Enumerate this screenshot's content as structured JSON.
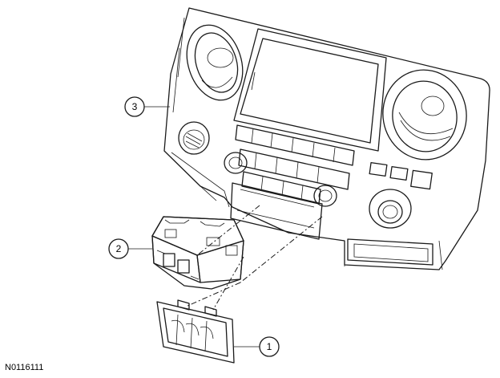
{
  "figure_id": "N0116111",
  "callouts": [
    {
      "label": "1",
      "part": "bezel-trim"
    },
    {
      "label": "2",
      "part": "switch-module"
    },
    {
      "label": "3",
      "part": "instrument-panel-center-finish-panel"
    }
  ]
}
